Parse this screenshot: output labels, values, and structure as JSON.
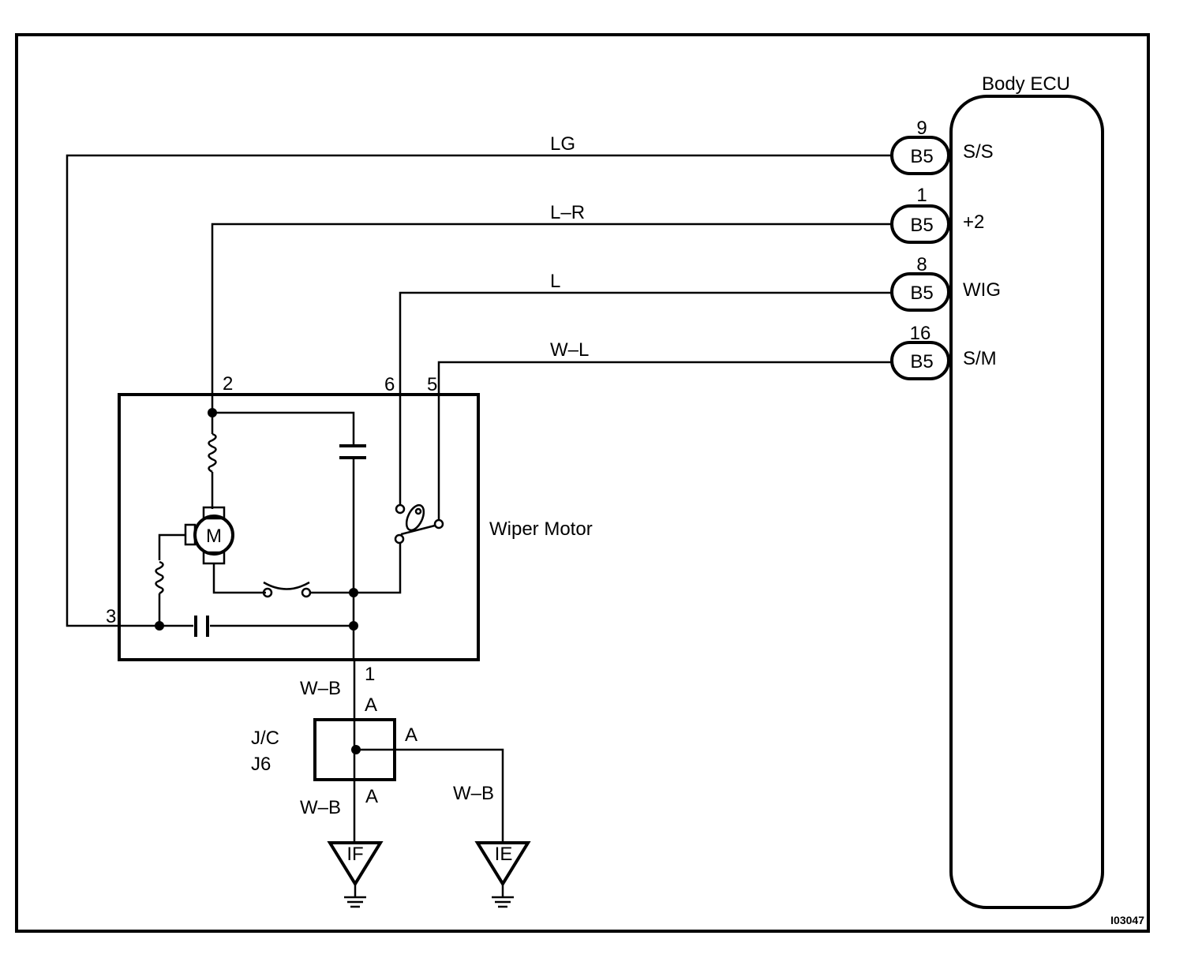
{
  "diagram": {
    "figure_id": "I03047",
    "ecu": {
      "title": "Body ECU",
      "pins": [
        {
          "pin": "9",
          "connector": "B5",
          "terminal": "S/S",
          "wire": "LG"
        },
        {
          "pin": "1",
          "connector": "B5",
          "terminal": "+2",
          "wire": "L–R"
        },
        {
          "pin": "8",
          "connector": "B5",
          "terminal": "WIG",
          "wire": "L"
        },
        {
          "pin": "16",
          "connector": "B5",
          "terminal": "S/M",
          "wire": "W–L"
        }
      ]
    },
    "motor": {
      "label": "Wiper Motor",
      "motor_symbol": "M",
      "terminals": [
        "2",
        "6",
        "5",
        "3",
        "1"
      ]
    },
    "junction": {
      "line1": "J/C",
      "line2": "J6",
      "in_pin": "A",
      "out_pin": "A",
      "side_pin": "A",
      "wire_in": "W–B",
      "wire_out": "W–B",
      "wire_side": "W–B"
    },
    "grounds": [
      {
        "id": "IF"
      },
      {
        "id": "IE"
      }
    ]
  }
}
